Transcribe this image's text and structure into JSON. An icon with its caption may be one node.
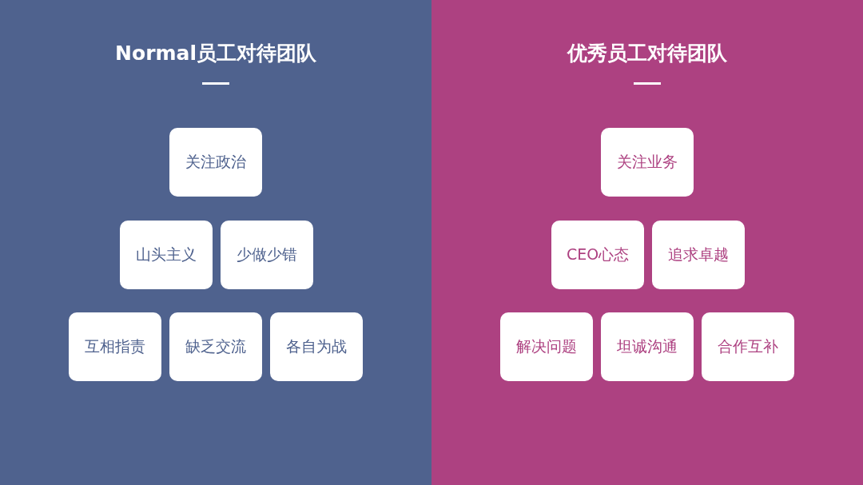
{
  "diagram": {
    "nodes": [
      {
        "text": [
          "Normal员工对待团队"
        ]
      },
      {
        "text": [
          "关注政治"
        ],
        "in": 0
      },
      {
        "text": [
          "山头主义"
        ],
        "in": 0
      },
      {
        "text": [
          "少做少错"
        ],
        "in": 0
      },
      {
        "text": [
          "互相指责"
        ],
        "in": 0
      },
      {
        "text": [
          "缺乏交流"
        ],
        "in": 0
      },
      {
        "text": [
          "各自为战"
        ],
        "in": 0
      },
      {
        "text": [
          "优秀员工对待团队"
        ]
      },
      {
        "text": [
          "关注业务"
        ],
        "in": 7
      },
      {
        "text": [
          "CEO心态"
        ],
        "in": 7
      },
      {
        "text": [
          "追求卓越"
        ],
        "in": 7
      },
      {
        "text": [
          "解决问题"
        ],
        "in": 7
      },
      {
        "text": [
          "坦诚沟通"
        ],
        "in": 7
      },
      {
        "text": [
          "合作互补"
        ],
        "in": 7
      }
    ],
    "edges": []
  }
}
